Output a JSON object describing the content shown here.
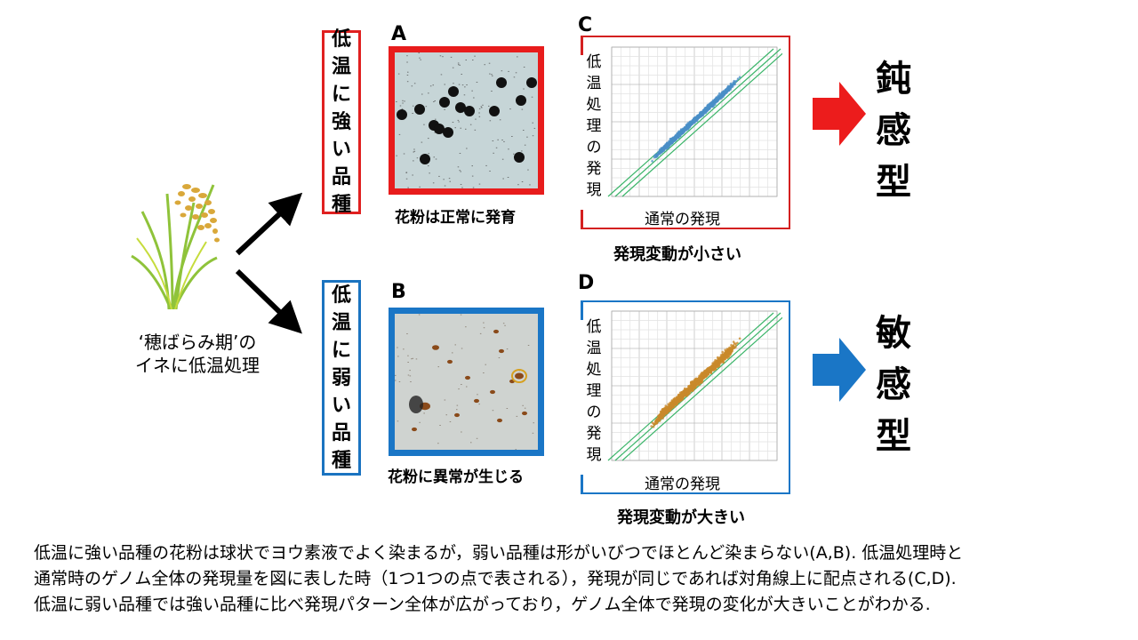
{
  "plant": {
    "caption_line1": "‘穂ばらみ期’の",
    "caption_line2": "イネに低温処理"
  },
  "strong": {
    "label_chars": [
      "低",
      "温",
      "に",
      "強",
      "い",
      "品",
      "種"
    ],
    "photo_letter": "A",
    "photo_caption": "花粉は正常に発育",
    "plot_letter": "C",
    "plot_ylabel_chars": [
      "低",
      "温",
      "処",
      "理",
      "の",
      "発",
      "現"
    ],
    "plot_xlabel": "通常の発現",
    "plot_summary": "発現変動が小さい",
    "verdict_chars": [
      "鈍",
      "感",
      "型"
    ],
    "color": "#e81c1c"
  },
  "weak": {
    "label_chars": [
      "低",
      "温",
      "に",
      "弱",
      "い",
      "品",
      "種"
    ],
    "photo_letter": "B",
    "photo_caption": "花粉に異常が生じる",
    "plot_letter": "D",
    "plot_ylabel_chars": [
      "低",
      "温",
      "処",
      "理",
      "の",
      "発",
      "現"
    ],
    "plot_xlabel": "通常の発現",
    "plot_summary": "発現変動が大きい",
    "verdict_chars": [
      "敏",
      "感",
      "型"
    ],
    "color": "#1a76c6"
  },
  "description": [
    "低温に強い品種の花粉は球状でヨウ素液でよく染まるが，弱い品種は形がいびつでほとんど染まらない(A,B). 低温処理時と",
    "通常時のゲノム全体の発現量を図に表した時（1つ1つの点で表される），発現が同じであれば対角線上に配点される(C,D).",
    "低温に弱い品種では強い品種に比べ発現パターン全体が広がっており，ゲノム全体で発現の変化が大きいことがわかる."
  ],
  "colors": {
    "scatter_strong": "#4a8fc7",
    "scatter_weak": "#c98a2a",
    "diagonal": "#3cb56a"
  }
}
